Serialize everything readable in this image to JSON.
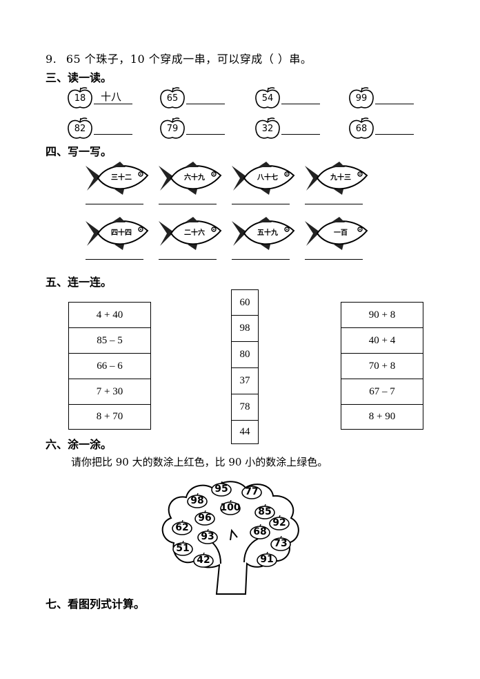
{
  "q9": {
    "number": "9.",
    "text": "65 个珠子，10 个穿成一串，可以穿成（    ）串。"
  },
  "section3": {
    "title": "三、读一读。",
    "apples": [
      {
        "num": "18",
        "answer": "十八"
      },
      {
        "num": "65",
        "answer": ""
      },
      {
        "num": "54",
        "answer": ""
      },
      {
        "num": "99",
        "answer": ""
      },
      {
        "num": "82",
        "answer": ""
      },
      {
        "num": "79",
        "answer": ""
      },
      {
        "num": "32",
        "answer": ""
      },
      {
        "num": "68",
        "answer": ""
      }
    ]
  },
  "section4": {
    "title": "四、写一写。",
    "fish": [
      "三十二",
      "六十九",
      "八十七",
      "九十三",
      "四十四",
      "二十六",
      "五十九",
      "一百"
    ]
  },
  "section5": {
    "title": "五、连一连。",
    "left": [
      "4 + 40",
      "85 – 5",
      "66 – 6",
      "7 + 30",
      "8 + 70"
    ],
    "middle": [
      "60",
      "98",
      "80",
      "37",
      "78",
      "44"
    ],
    "right": [
      "90 + 8",
      "40 + 4",
      "70 + 8",
      "67 – 7",
      "8 + 90"
    ]
  },
  "section6": {
    "title": "六、涂一涂。",
    "instruction": "请你把比 90 大的数涂上红色，比 90 小的数涂上绿色。",
    "numbers": [
      "98",
      "95",
      "77",
      "96",
      "100",
      "85",
      "62",
      "93",
      "68",
      "92",
      "51",
      "73",
      "42",
      "91"
    ]
  },
  "section7": {
    "title": "七、看图列式计算。"
  }
}
